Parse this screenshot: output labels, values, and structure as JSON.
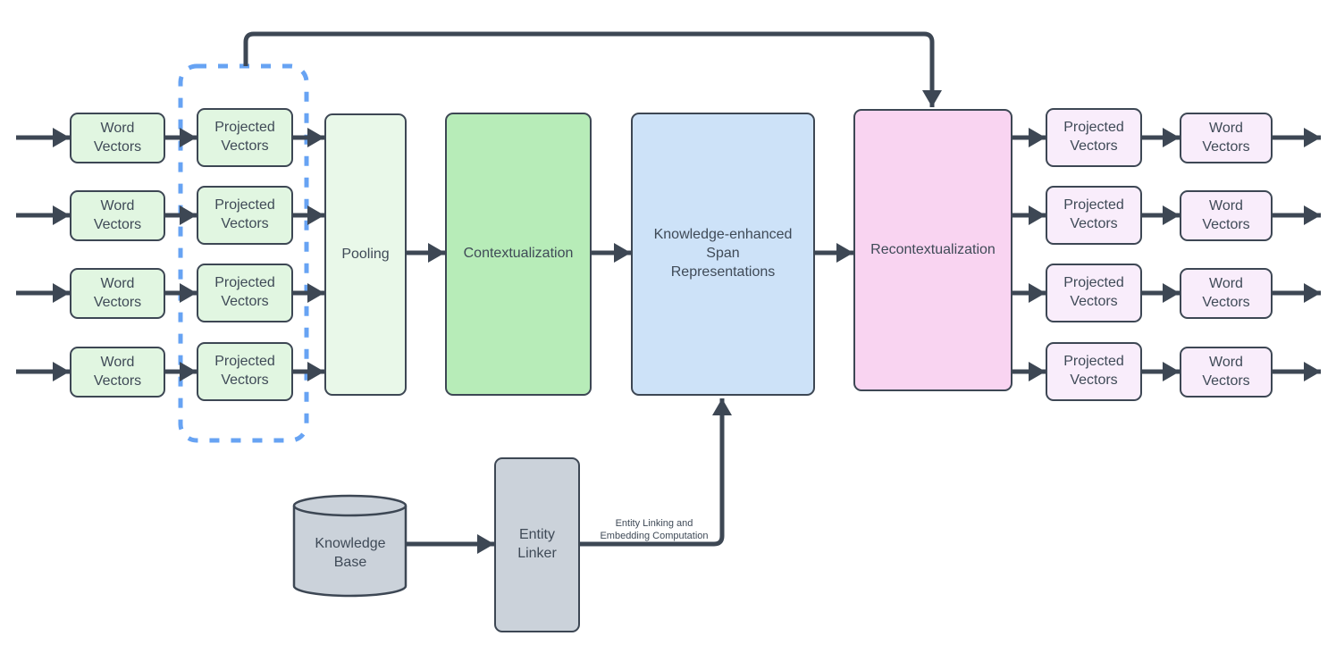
{
  "diagram": {
    "title_semantic": "Knowledge-enhanced contextual word representation pipeline",
    "rows_of_vectors": 4,
    "labels": {
      "word_vectors": "Word\nVectors",
      "projected_vectors": "Projected\nVectors",
      "pooling": "Pooling",
      "contextualization": "Contextualization",
      "knowledge_enhanced_span": "Knowledge-enhanced\nSpan\nRepresentations",
      "recontextualization": "Recontextualization",
      "knowledge_base": "Knowledge\nBase",
      "entity_linker": "Entity\nLinker",
      "entity_linking_edge": "Entity Linking and\nEmbedding Computation"
    },
    "colors": {
      "background": "#ffffff",
      "connector_and_border": "#3d4754",
      "text": "#3f4a57",
      "input_vector_fill": "#e1f6e1",
      "pooling_fill": "#e9f8e9",
      "contextualization_fill": "#b7ecb8",
      "span_representation_fill": "#cde2f8",
      "recontextualization_fill": "#f9d4f1",
      "output_vector_fill": "#f9edfb",
      "knowledge_component_fill": "#cbd2da",
      "projection_group_dashed_outline": "#67a3f3"
    }
  }
}
